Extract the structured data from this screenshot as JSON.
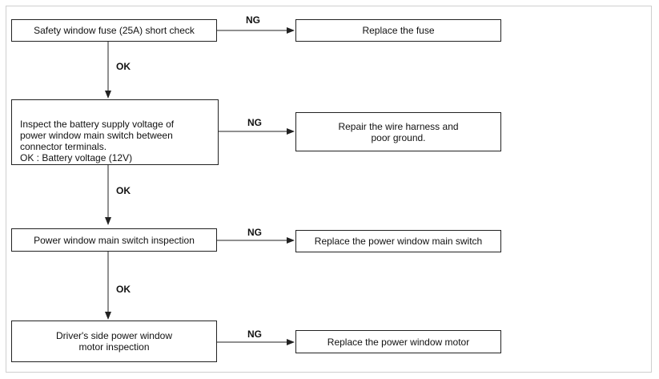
{
  "steps": [
    {
      "check": "Safety window fuse (25A) short check",
      "ng_label": "NG",
      "ng_action": "Replace the fuse",
      "ok_label": "OK"
    },
    {
      "check": "Inspect the battery supply voltage of\npower window main switch between\nconnector terminals.\nOK : Battery voltage (12V)",
      "ng_label": "NG",
      "ng_action": "Repair the wire harness and\npoor ground.",
      "ok_label": "OK"
    },
    {
      "check": "Power window main switch inspection",
      "ng_label": "NG",
      "ng_action": "Replace the power window main switch",
      "ok_label": "OK"
    },
    {
      "check": "Driver's side power window\nmotor  inspection",
      "ng_label": "NG",
      "ng_action": "Replace the power window motor"
    }
  ],
  "colors": {
    "line": "#222222",
    "frame": "#cfcfcf"
  }
}
